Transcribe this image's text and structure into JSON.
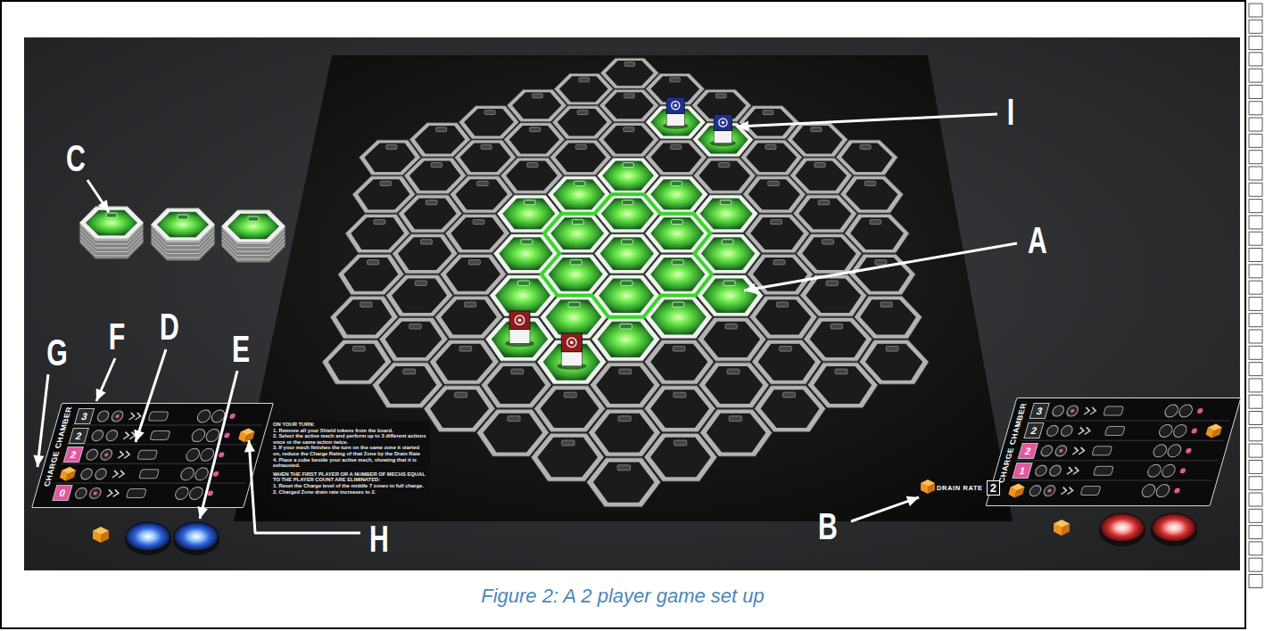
{
  "diagram": {
    "caption": "Figure 2: A 2 player game set up",
    "nodes": [
      {
        "text": [
          "CHARGE CHAMBER"
        ]
      },
      {
        "text": [
          "3"
        ],
        "in": 0
      },
      {
        "text": [
          "2"
        ],
        "in": 0
      },
      {
        "text": [
          "2"
        ],
        "in": 0
      },
      {
        "text": [
          "0"
        ],
        "in": 0
      },
      {
        "text": [
          "DRAIN RATE",
          "2"
        ]
      },
      {
        "text": [
          "CHARGE CHAMBER"
        ]
      },
      {
        "text": [
          "3"
        ],
        "in": 6
      },
      {
        "text": [
          "2"
        ],
        "in": 6
      },
      {
        "text": [
          "2"
        ],
        "in": 6
      },
      {
        "text": [
          "1"
        ],
        "in": 6
      }
    ],
    "labels": [
      "C",
      "F",
      "D",
      "G",
      "E",
      "H",
      "B",
      "A",
      "I",
      "ON YOUR TURN:",
      "1. Remove all your Shield tokens from the board.",
      "2. Select the active mech and perform up to 3 different actions once or the same action twice.",
      "3. If your mech finishes the turn on the same zone it started on, reduce the Charge Rating of that Zone by the Drain Rate",
      "4. Place a cube beside your active mech, showing that it is exhausted.",
      "WHEN THE FIRST PLAYER OR A NUMBER OF MECHS EQUAL TO THE PLAYER COUNT ARE ELIMINATED:",
      "1. Reset the Charge level of the middle 7 zones to full charge.",
      "2. Charged Zone drain rate increases to 2."
    ]
  }
}
